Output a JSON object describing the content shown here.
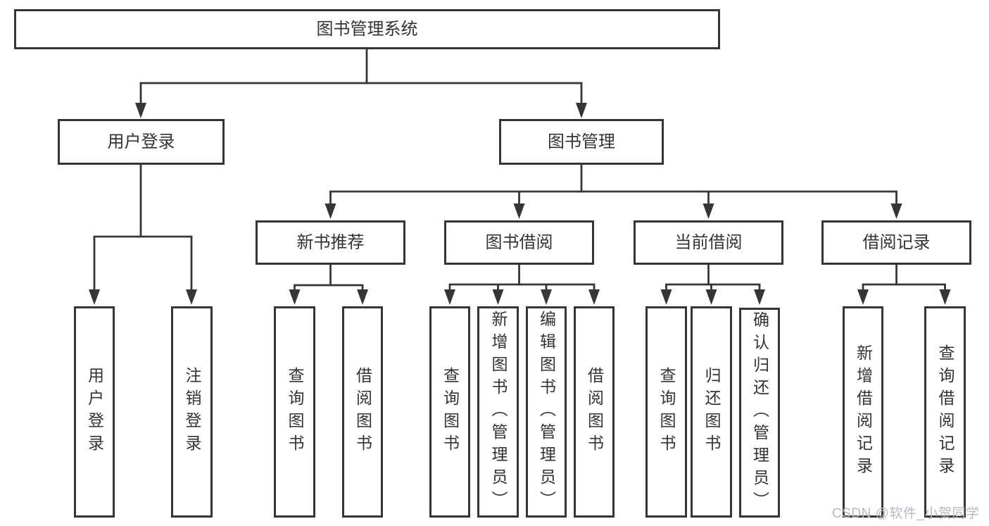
{
  "tree": {
    "root": "图书管理系统",
    "level1": [
      "用户登录",
      "图书管理"
    ],
    "level2": [
      "新书推荐",
      "图书借阅",
      "当前借阅",
      "借阅记录"
    ],
    "leaves": {
      "user": [
        "用户登录",
        "注销登录"
      ],
      "recommend": [
        "查询图书",
        "借阅图书"
      ],
      "borrow": [
        "查询图书",
        "新增图书（管理员）",
        "编辑图书（管理员）",
        "借阅图书"
      ],
      "current": [
        "查询图书",
        "归还图书",
        "确认归还（管理员）"
      ],
      "records": [
        "新增借阅记录",
        "查询借阅记录"
      ]
    }
  },
  "colors": {
    "line": "#363636",
    "text": "#333333",
    "box_background": "#ffffff",
    "watermark": "#b6b9be"
  },
  "watermark": "CSDN @软件_小贺同学"
}
